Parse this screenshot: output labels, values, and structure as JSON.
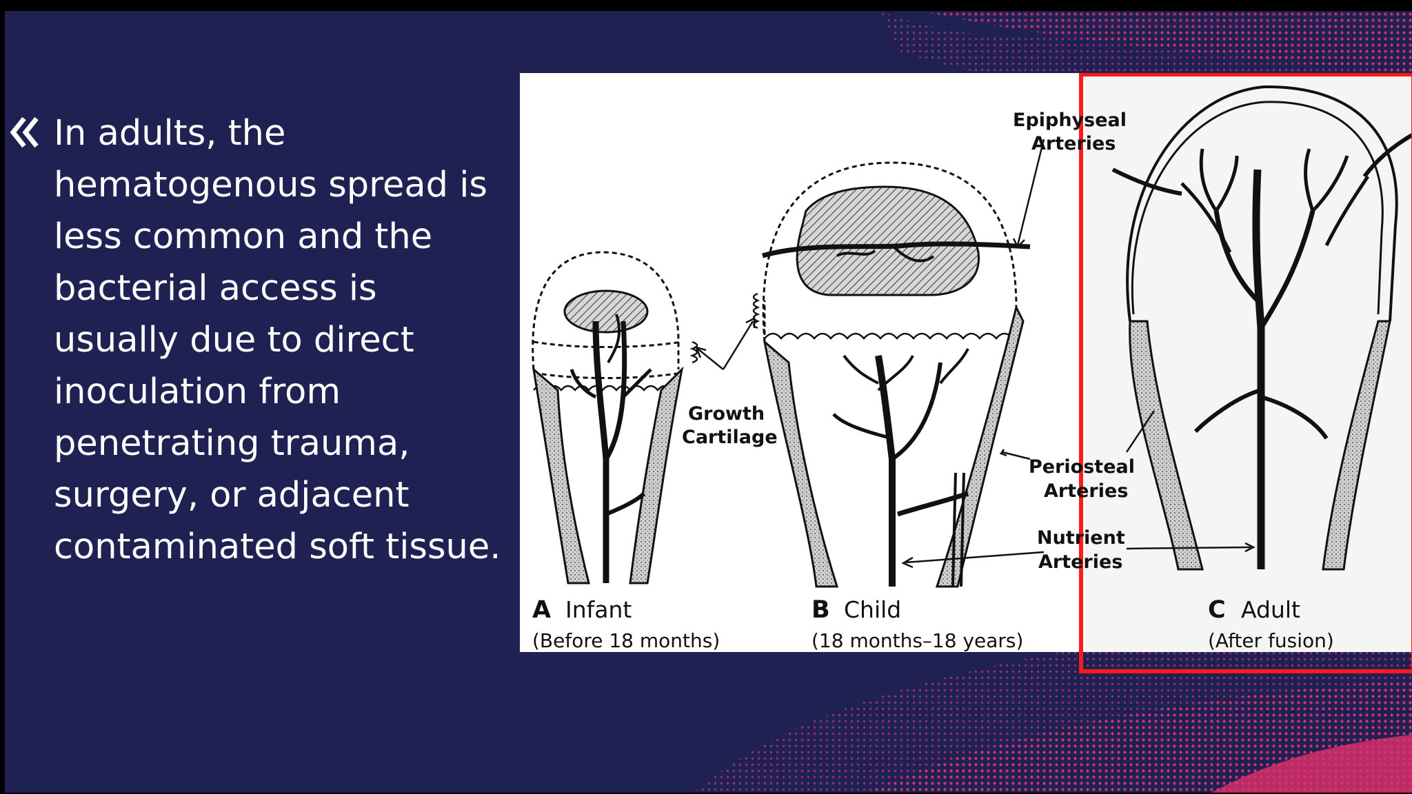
{
  "slide": {
    "bullet_text": "In adults, the hematogenous spread is less common and the bacterial access is usually due to direct inoculation from penetrating trauma, surgery, or adjacent contaminated soft tissue."
  },
  "icons": {
    "bullet": "double-chevron-left-icon"
  },
  "colors": {
    "background": "#1f2152",
    "text": "#ffffff",
    "accent": "#e0306a",
    "highlight_box": "#ff1a1a"
  },
  "figure": {
    "labels": {
      "epiphyseal_1": "Epiphyseal",
      "epiphyseal_2": "Arteries",
      "growth_1": "Growth",
      "growth_2": "Cartilage",
      "periosteal_1": "Periosteal",
      "periosteal_2": "Arteries",
      "nutrient_1": "Nutrient",
      "nutrient_2": "Arteries"
    },
    "panels": [
      {
        "letter": "A",
        "title": "Infant",
        "subtitle": "(Before 18 months)"
      },
      {
        "letter": "B",
        "title": "Child",
        "subtitle": "(18 months–18 years)"
      },
      {
        "letter": "C",
        "title": "Adult",
        "subtitle": "(After fusion)"
      }
    ]
  }
}
